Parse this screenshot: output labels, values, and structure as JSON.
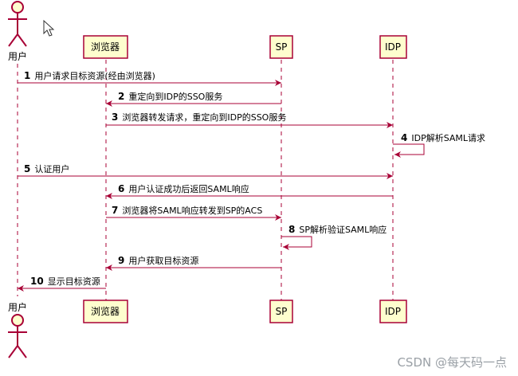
{
  "actor": {
    "label": "用户"
  },
  "participants": [
    {
      "id": "browser",
      "label": "浏览器"
    },
    {
      "id": "sp",
      "label": "SP"
    },
    {
      "id": "idp",
      "label": "IDP"
    }
  ],
  "messages": [
    {
      "num": "1",
      "text": "用户请求目标资源(经由浏览器)"
    },
    {
      "num": "2",
      "text": "重定向到IDP的SSO服务"
    },
    {
      "num": "3",
      "text": "浏览器转发请求，重定向到IDP的SSO服务"
    },
    {
      "num": "4",
      "text": "IDP解析SAML请求"
    },
    {
      "num": "5",
      "text": "认证用户"
    },
    {
      "num": "6",
      "text": "用户认证成功后返回SAML响应"
    },
    {
      "num": "7",
      "text": "浏览器将SAML响应转发到SP的ACS"
    },
    {
      "num": "8",
      "text": "SP解析验证SAML响应"
    },
    {
      "num": "9",
      "text": "用户获取目标资源"
    },
    {
      "num": "10",
      "text": "显示目标资源"
    }
  ],
  "watermark": "CSDN @每天码一点",
  "colors": {
    "arrow": "#A80036",
    "lifeline": "#A80036",
    "box_fill": "#FEFECE",
    "box_stroke": "#A80036"
  },
  "icons": {
    "cursor": "mouse-cursor-icon",
    "actor": "stick-figure-icon"
  }
}
